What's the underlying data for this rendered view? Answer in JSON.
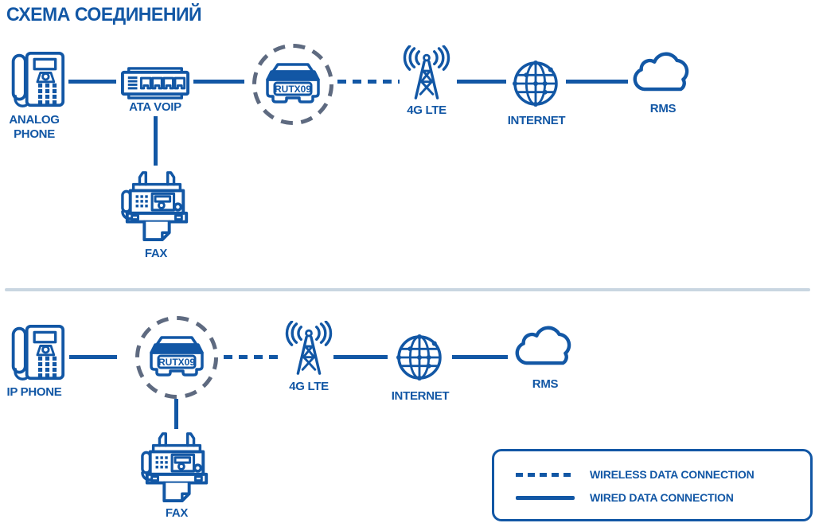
{
  "title": "СХЕМА СОЕДИНЕНИЙ",
  "colors": {
    "primary": "#1257A5",
    "dashed_circle": "#5E6A80",
    "divider": "#C9D6E1",
    "background": "#FFFFFF"
  },
  "top_row": {
    "analog_phone_line1": "ANALOG",
    "analog_phone_line2": "PHONE",
    "ata_voip": "ATA VOIP",
    "router": "RUTX09",
    "lte": "4G LTE",
    "internet": "INTERNET",
    "rms": "RMS",
    "fax": "FAX"
  },
  "bottom_row": {
    "ip_phone": "IP PHONE",
    "router": "RUTX09",
    "lte": "4G LTE",
    "internet": "INTERNET",
    "rms": "RMS",
    "fax": "FAX"
  },
  "legend": {
    "wireless_label": "WIRELESS DATA CONNECTION",
    "wired_label": "WIRED DATA CONNECTION"
  }
}
